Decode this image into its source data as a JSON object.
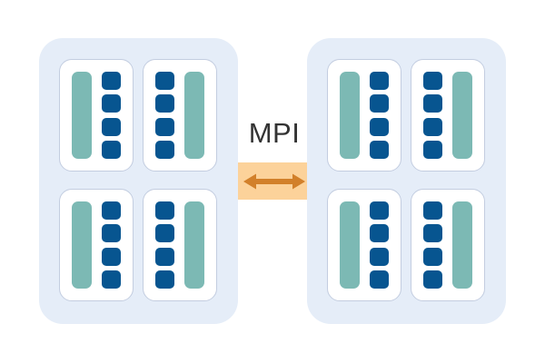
{
  "diagram": {
    "name": "mpi-two-node-cluster-diagram",
    "background_color": "#ffffff",
    "colors": {
      "panel_fill": "#e5edf8",
      "card_fill": "#ffffff",
      "card_border": "#c3cde0",
      "memory_bar": "#7cb9b4",
      "core_square": "#075590",
      "link_box": "#fcd29a",
      "link_arrow": "#d2802a",
      "label_text": "#333333"
    },
    "link": {
      "label": "MPI",
      "arrow_icon": "double-headed-horizontal-arrow-icon",
      "direction": "bidirectional"
    },
    "nodes": [
      {
        "id": "node-left",
        "sockets": [
          {
            "id": "socket-left-top-left",
            "row": 0,
            "col": 0,
            "layout": "memory-first",
            "memory_bars": 1,
            "cores": 4
          },
          {
            "id": "socket-left-top-right",
            "row": 0,
            "col": 1,
            "layout": "cores-first",
            "memory_bars": 1,
            "cores": 4
          },
          {
            "id": "socket-left-bottom-left",
            "row": 1,
            "col": 0,
            "layout": "memory-first",
            "memory_bars": 1,
            "cores": 4
          },
          {
            "id": "socket-left-bottom-right",
            "row": 1,
            "col": 1,
            "layout": "cores-first",
            "memory_bars": 1,
            "cores": 4
          }
        ]
      },
      {
        "id": "node-right",
        "sockets": [
          {
            "id": "socket-right-top-left",
            "row": 0,
            "col": 0,
            "layout": "memory-first",
            "memory_bars": 1,
            "cores": 4
          },
          {
            "id": "socket-right-top-right",
            "row": 0,
            "col": 1,
            "layout": "cores-first",
            "memory_bars": 1,
            "cores": 4
          },
          {
            "id": "socket-right-bottom-left",
            "row": 1,
            "col": 0,
            "layout": "memory-first",
            "memory_bars": 1,
            "cores": 4
          },
          {
            "id": "socket-right-bottom-right",
            "row": 1,
            "col": 1,
            "layout": "cores-first",
            "memory_bars": 1,
            "cores": 4
          }
        ]
      }
    ]
  }
}
